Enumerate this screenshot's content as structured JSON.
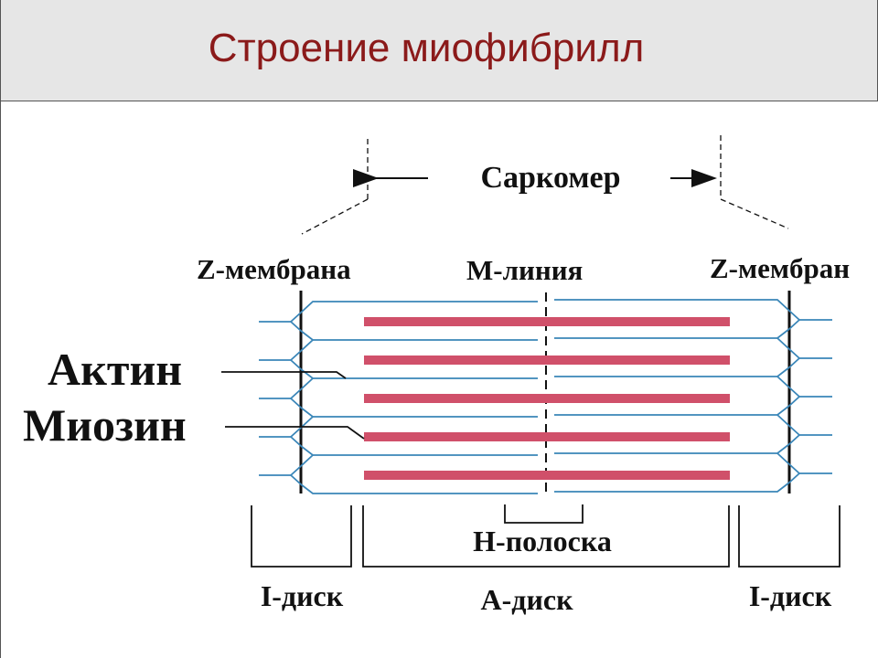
{
  "title": "Строение миофибрилл",
  "labels": {
    "sarcomere": "Саркомер",
    "z_left": "Z-мембрана",
    "z_right": "Z-мембран",
    "m_line": "М-линия",
    "actin": "Актин",
    "myosin": "Миозин",
    "h_band": "Н-полоска",
    "i_disc_left": "I-диск",
    "a_disc": "А-диск",
    "i_disc_right": "I-диск"
  },
  "colors": {
    "title": "#8b1a1a",
    "myosin": "#d0506a",
    "actin": "#3a86b8",
    "lines": "#111111"
  }
}
